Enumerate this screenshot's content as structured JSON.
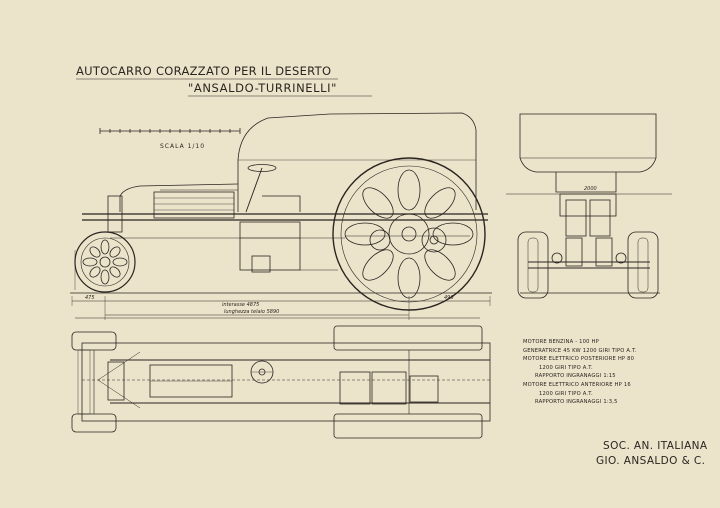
{
  "title": {
    "line1": "AUTOCARRO CORAZZATO PER IL DESERTO",
    "line2": "\"ANSALDO-TURRINELLI\""
  },
  "scale_label": "SCALA 1/10",
  "dimensions": {
    "wheelbase": "interasse 4875",
    "frame_length": "lunghezza telaio 5890",
    "front_overhang": "475",
    "rear_overhang": "490",
    "rear_width": "2000"
  },
  "specs": [
    "MOTORE BENZINA - 100 HP",
    "GENERATRICE 45 KW 1200 GIRI TIPO A.T.",
    "MOTORE ELETTRICO POSTERIORE HP 80",
    "1200 GIRI TIPO A.T.",
    "RAPPORTO INGRANAGGI 1:15",
    "MOTORE ELETTRICO ANTERIORE HP 16",
    "1200 GIRI TIPO A.T.",
    "RAPPORTO INGRANAGGI 1:3,5"
  ],
  "company": {
    "line1": "SOC. AN. ITALIANA",
    "line2": "GIO. ANSALDO & C."
  }
}
